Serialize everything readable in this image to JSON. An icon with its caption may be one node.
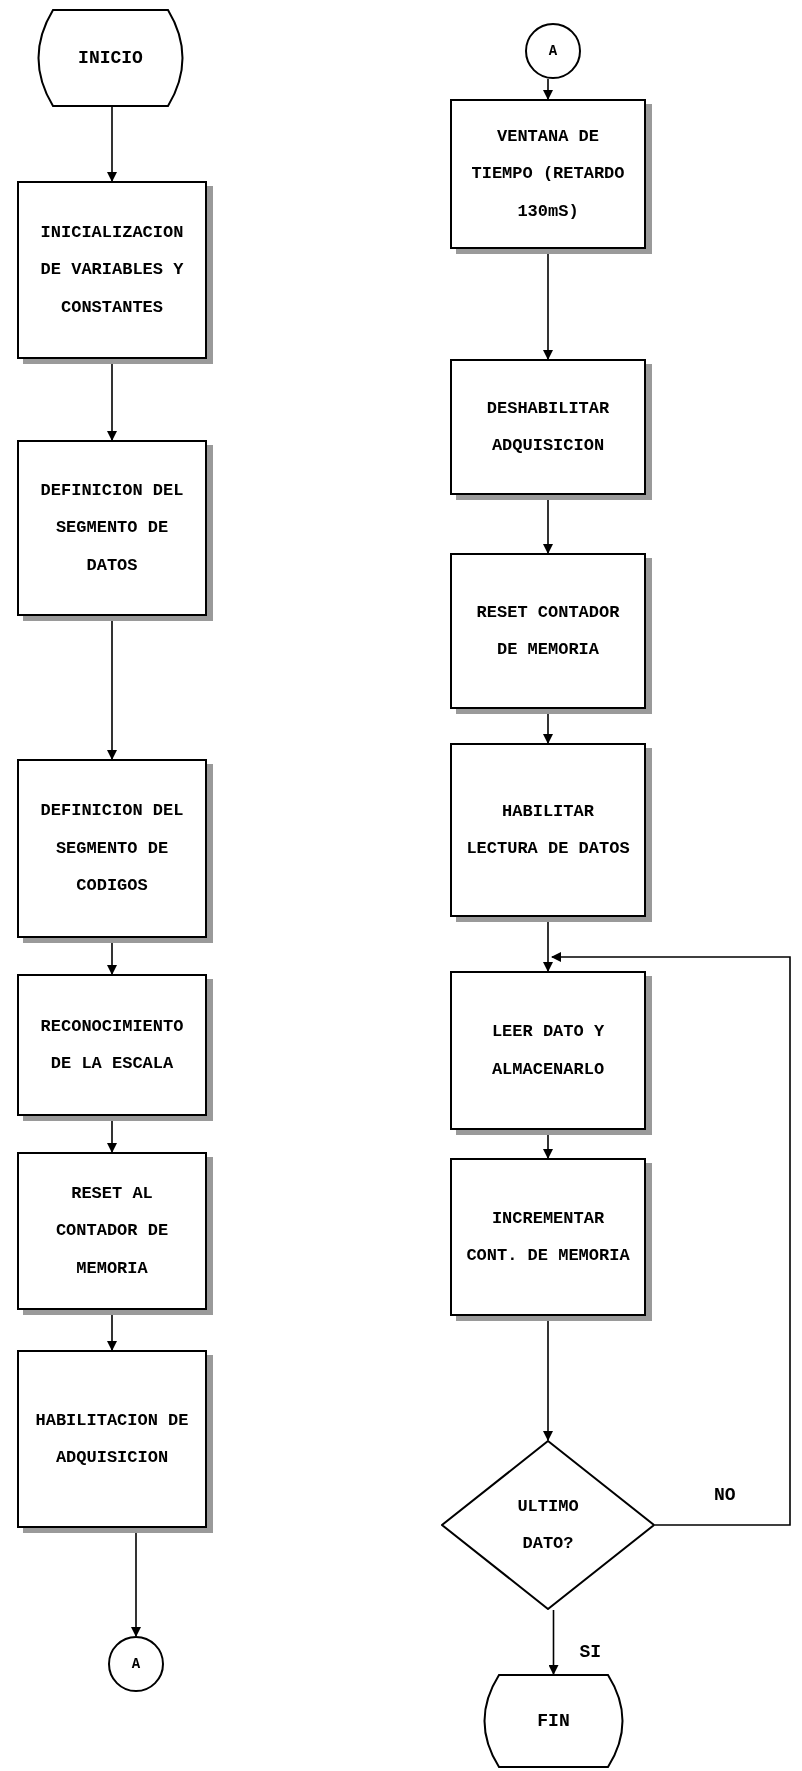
{
  "diagram": {
    "nodes": [
      {
        "text": [
          "INICIO"
        ]
      },
      {
        "text": [
          "INICIALIZACION DE VARIABLES Y CONSTANTES"
        ]
      },
      {
        "text": [
          "DEFINICION DEL SEGMENTO DE DATOS"
        ]
      },
      {
        "text": [
          "DEFINICION DEL SEGMENTO DE CODIGOS"
        ]
      },
      {
        "text": [
          "RECONOCIMIENTO DE LA ESCALA"
        ]
      },
      {
        "text": [
          "RESET AL CONTADOR DE MEMORIA"
        ]
      },
      {
        "text": [
          "HABILITACION DE ADQUISICION"
        ]
      },
      {
        "text": [
          "A"
        ]
      },
      {
        "text": [
          "A"
        ]
      },
      {
        "text": [
          "VENTANA DE TIEMPO (RETARDO 130mS)"
        ]
      },
      {
        "text": [
          "DESHABILITAR ADQUISICION"
        ]
      },
      {
        "text": [
          "RESET CONTADOR DE MEMORIA"
        ]
      },
      {
        "text": [
          "HABILITAR LECTURA DE DATOS"
        ]
      },
      {
        "text": [
          "LEER DATO Y ALMACENARLO"
        ]
      },
      {
        "text": [
          "INCREMENTAR CONT. DE MEMORIA"
        ]
      },
      {
        "text": [
          "ULTIMO DATO?"
        ]
      },
      {
        "text": [
          "FIN"
        ]
      }
    ],
    "edges": [
      {
        "from": 0,
        "to": 1,
        "arrow": "to"
      },
      {
        "from": 1,
        "to": 2,
        "arrow": "to"
      },
      {
        "from": 2,
        "to": 3,
        "arrow": "to"
      },
      {
        "from": 3,
        "to": 4,
        "arrow": "to"
      },
      {
        "from": 4,
        "to": 5,
        "arrow": "to"
      },
      {
        "from": 5,
        "to": 6,
        "arrow": "to"
      },
      {
        "from": 6,
        "to": 7,
        "arrow": "to"
      },
      {
        "from": 8,
        "to": 9,
        "arrow": "to"
      },
      {
        "from": 9,
        "to": 10,
        "arrow": "to"
      },
      {
        "from": 10,
        "to": 11,
        "arrow": "to"
      },
      {
        "from": 11,
        "to": 12,
        "arrow": "to"
      },
      {
        "from": 12,
        "to": 13,
        "arrow": "to"
      },
      {
        "from": 13,
        "to": 14,
        "arrow": "to"
      },
      {
        "from": 14,
        "to": 15,
        "arrow": "to"
      },
      {
        "from": 15,
        "to": 16,
        "arrow": "to",
        "label": "SI"
      },
      {
        "from": 15,
        "to": 13,
        "arrow": "to",
        "label": "NO"
      }
    ]
  }
}
